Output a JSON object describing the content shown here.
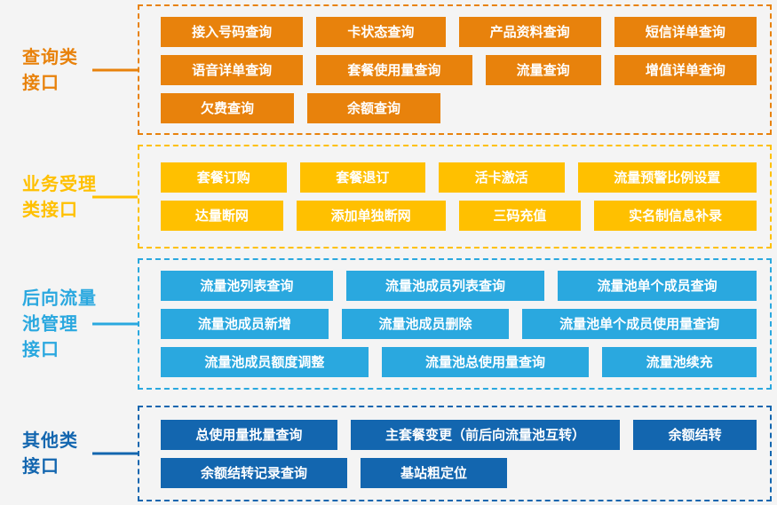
{
  "page": {
    "background": "#F4F4F4",
    "text_on_chip": "#FFFFFF"
  },
  "sections": [
    {
      "name": "query-interfaces",
      "label_lines": [
        "查询类",
        "接口"
      ],
      "color": "#E8820C",
      "rows": [
        [
          "接入号码查询",
          "卡状态查询",
          "产品资料查询",
          "短信详单查询"
        ],
        [
          "语音详单查询",
          "套餐使用量查询",
          "流量查询",
          "增值详单查询"
        ],
        [
          "欠费查询",
          "余额查询"
        ]
      ]
    },
    {
      "name": "business-acceptance-interfaces",
      "label_lines": [
        "业务受理",
        "类接口"
      ],
      "color": "#FFC000",
      "rows": [
        [
          "套餐订购",
          "套餐退订",
          "活卡激活",
          "流量预警比例设置"
        ],
        [
          "达量断网",
          "添加单独断网",
          "三码充值",
          "实名制信息补录"
        ]
      ]
    },
    {
      "name": "backward-traffic-pool-management-interfaces",
      "label_lines": [
        "后向流量",
        "池管理",
        "接口"
      ],
      "color": "#2AA8DF",
      "rows": [
        [
          "流量池列表查询",
          "流量池成员列表查询",
          "流量池单个成员查询"
        ],
        [
          "流量池成员新增",
          "流量池成员删除",
          "流量池单个成员使用量查询"
        ],
        [
          "流量池成员额度调整",
          "流量池总使用量查询",
          "流量池续充"
        ]
      ]
    },
    {
      "name": "other-interfaces",
      "label_lines": [
        "其他类",
        "接口"
      ],
      "color": "#1366AF",
      "rows": [
        [
          "总使用量批量查询",
          "主套餐变更（前后向流量池互转）",
          "余额结转"
        ],
        [
          "余额结转记录查询",
          "基站粗定位"
        ]
      ]
    }
  ]
}
